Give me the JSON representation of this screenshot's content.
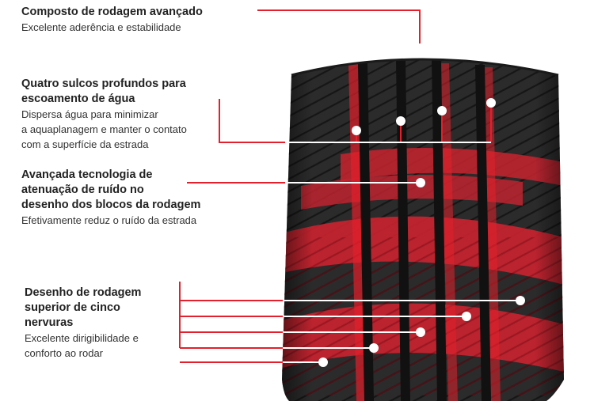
{
  "colors": {
    "accent": "#e3202b",
    "tire_dark": "#2b2b2b",
    "tire_red": "#c8232f",
    "text": "#222222"
  },
  "callouts": [
    {
      "id": "compound",
      "heading": [
        "Composto de rodagem avançado"
      ],
      "body": [
        "Excelente aderência e estabilidade"
      ]
    },
    {
      "id": "grooves",
      "heading": [
        "Quatro sulcos profundos para",
        "escoamento de água"
      ],
      "body": [
        "Dispersa água para minimizar",
        "a aquaplanagem e manter o contato",
        "com a superfície da estrada"
      ]
    },
    {
      "id": "noise",
      "heading": [
        "Avançada tecnologia de",
        "atenuação de ruído no",
        "desenho dos blocos da rodagem"
      ],
      "body": [
        "Efetivamente reduz o ruído da estrada"
      ]
    },
    {
      "id": "ribs",
      "heading": [
        "Desenho de rodagem",
        "superior de cinco",
        "nervuras"
      ],
      "body": [
        "Excelente dirigibilidade e",
        "conforto ao rodar"
      ]
    }
  ]
}
